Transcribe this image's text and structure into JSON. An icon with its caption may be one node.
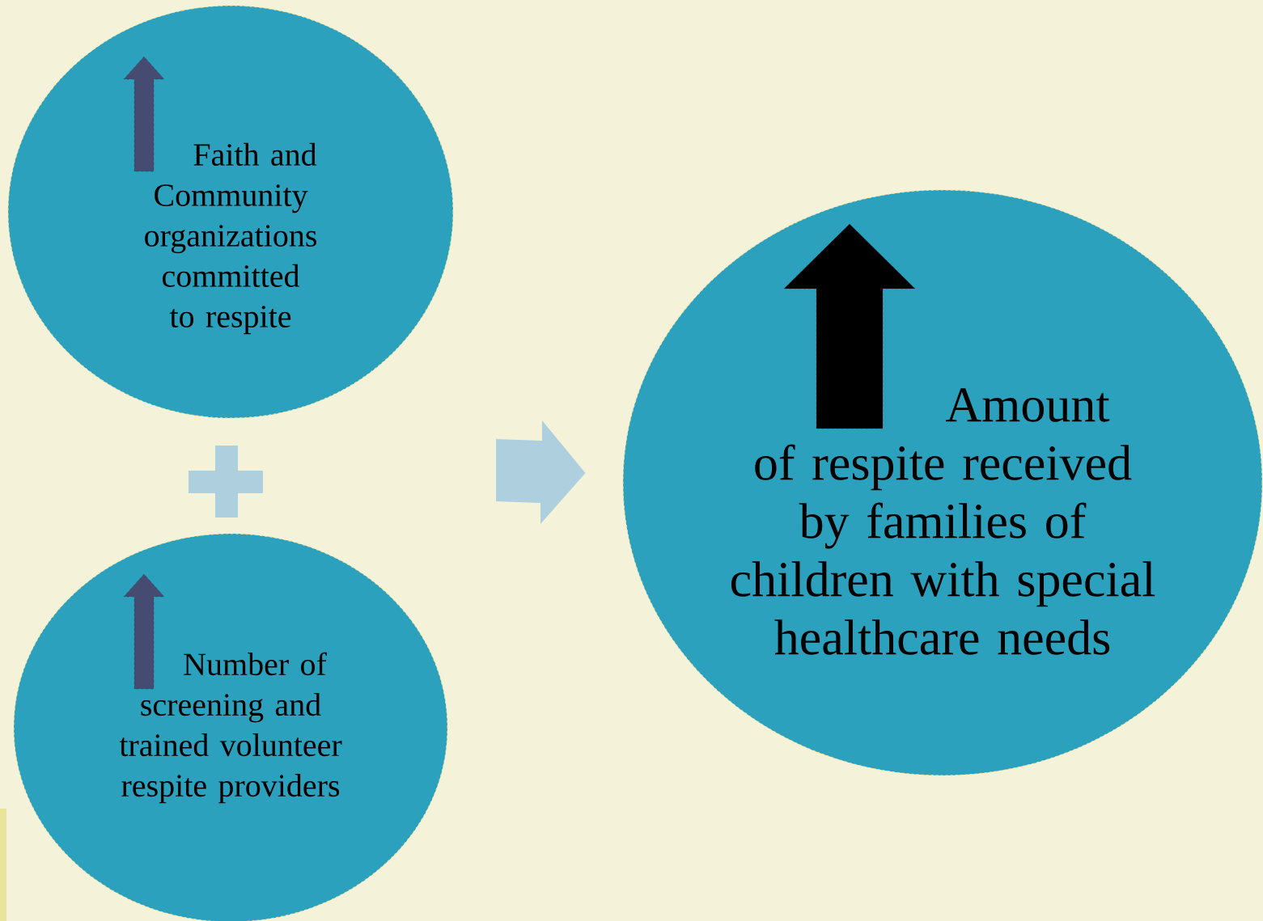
{
  "diagram": {
    "nodes": [
      {
        "text": [
          "Faith and Community organizations committed to respite"
        ]
      },
      {
        "text": [
          "Number of screening and trained volunteer respite providers"
        ]
      },
      {
        "text": [
          "Amount of respite  received by families of children with special healthcare needs"
        ]
      },
      {
        "text": [],
        "shape": "plus"
      }
    ],
    "edges": [
      {
        "from": null,
        "to": 2,
        "arrow": "to"
      }
    ]
  }
}
